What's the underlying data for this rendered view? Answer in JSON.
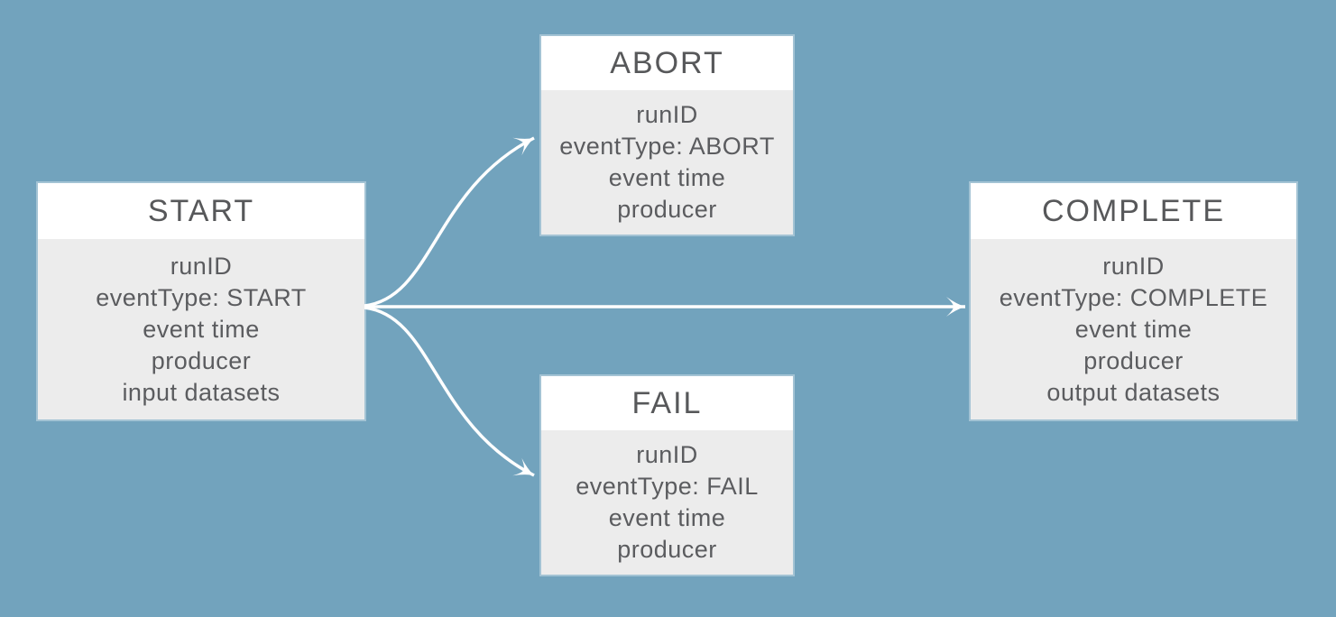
{
  "diagram": {
    "background_color": "#72a3bd",
    "box_header_color": "#ffffff",
    "box_body_color": "#ececec",
    "text_color": "#57585a",
    "arrow_color": "#ffffff"
  },
  "nodes": [
    {
      "id": "start",
      "title": "START",
      "fields": [
        "runID",
        "eventType: START",
        "event time",
        "producer",
        "input datasets"
      ]
    },
    {
      "id": "abort",
      "title": "ABORT",
      "fields": [
        "runID",
        "eventType: ABORT",
        "event time",
        "producer"
      ]
    },
    {
      "id": "fail",
      "title": "FAIL",
      "fields": [
        "runID",
        "eventType: FAIL",
        "event time",
        "producer"
      ]
    },
    {
      "id": "complete",
      "title": "COMPLETE",
      "fields": [
        "runID",
        "eventType: COMPLETE",
        "event time",
        "producer",
        "output datasets"
      ]
    }
  ],
  "edges": [
    {
      "from": "START",
      "to": "ABORT"
    },
    {
      "from": "START",
      "to": "COMPLETE"
    },
    {
      "from": "START",
      "to": "FAIL"
    }
  ]
}
